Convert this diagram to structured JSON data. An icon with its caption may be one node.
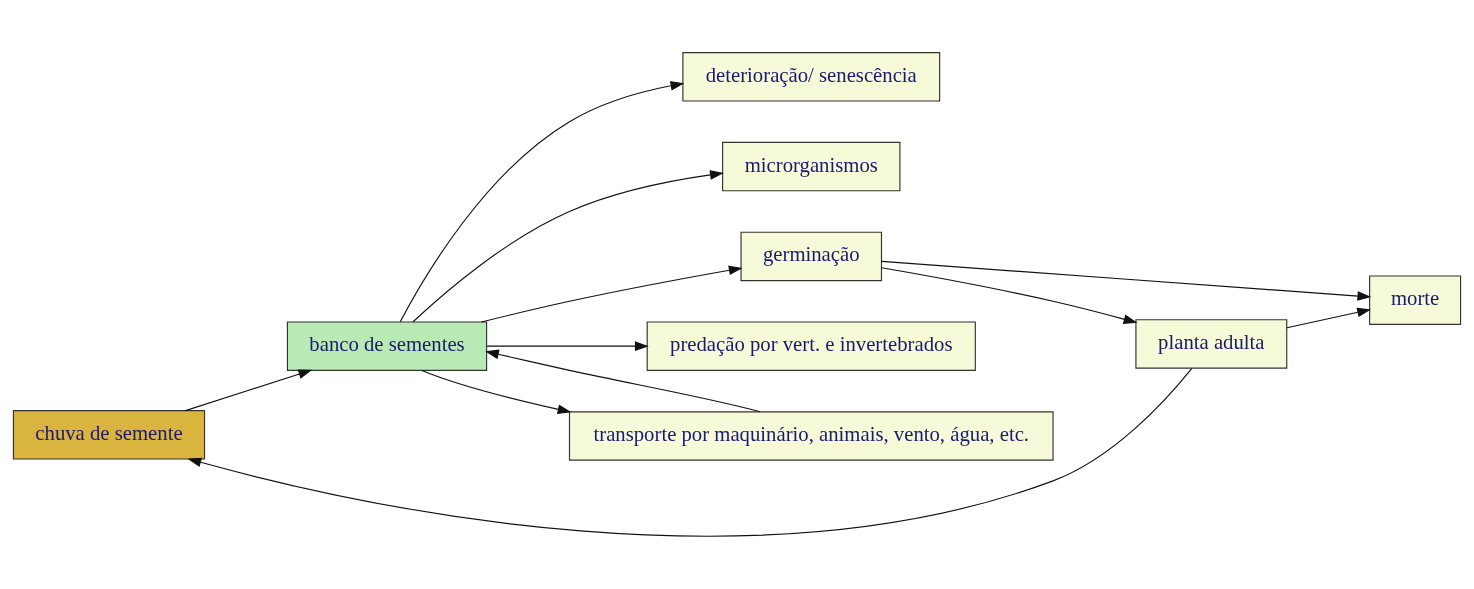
{
  "diagram": {
    "nodes": [
      {
        "text": [
          "chuva de semente"
        ]
      },
      {
        "text": [
          "planta adulta"
        ]
      },
      {
        "text": [
          "deterioração/ senescência"
        ]
      },
      {
        "text": [
          "morte"
        ]
      },
      {
        "text": [
          "banco de sementes"
        ]
      },
      {
        "text": [
          "microrganismos"
        ]
      },
      {
        "text": [
          "germinação"
        ]
      },
      {
        "text": [
          "predação por vert. e invertebrados"
        ]
      },
      {
        "text": [
          "transporte por maquinário, animais, vento, água, etc."
        ]
      }
    ],
    "edges": [
      {
        "from": 1,
        "to": 0,
        "arrow": "to"
      },
      {
        "from": 0,
        "to": 4,
        "arrow": "to"
      },
      {
        "from": 4,
        "to": 2,
        "arrow": "to"
      },
      {
        "from": 4,
        "to": 5,
        "arrow": "to"
      },
      {
        "from": 4,
        "to": 6,
        "arrow": "to"
      },
      {
        "from": 6,
        "to": 1,
        "arrow": "to"
      },
      {
        "from": 1,
        "to": 3,
        "arrow": "to"
      },
      {
        "from": 6,
        "to": 3,
        "arrow": "to"
      },
      {
        "from": 4,
        "to": 7,
        "arrow": "to"
      },
      {
        "from": 4,
        "to": 8,
        "arrow": "to"
      },
      {
        "from": 8,
        "to": 4,
        "arrow": "to"
      }
    ]
  }
}
